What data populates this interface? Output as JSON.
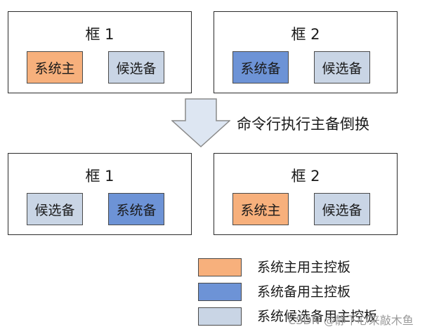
{
  "top_row": {
    "frame_1": {
      "title": "框 1",
      "board_a": "系统主",
      "board_b": "候选备"
    },
    "frame_2": {
      "title": "框 2",
      "board_a": "系统备",
      "board_b": "候选备"
    }
  },
  "transition": {
    "label": "命令行执行主备倒换"
  },
  "bottom_row": {
    "frame_1": {
      "title": "框 1",
      "board_a": "候选备",
      "board_b": "系统备"
    },
    "frame_2": {
      "title": "框 2",
      "board_a": "系统主",
      "board_b": "候选备"
    }
  },
  "legend": {
    "items": [
      {
        "label": "系统主用主控板",
        "color": "#f7b07c"
      },
      {
        "label": "系统备用主控板",
        "color": "#6d93d6"
      },
      {
        "label": "系统候选备用主控板",
        "color": "#c9d5e5"
      }
    ]
  },
  "colors": {
    "system_main": "#f7b07c",
    "system_standby": "#6d93d6",
    "candidate_standby": "#c9d5e5",
    "arrow_fill": "#dde6f2",
    "arrow_stroke": "#8a8a8a"
  },
  "watermark": "CSDN @静下心来敲木鱼"
}
